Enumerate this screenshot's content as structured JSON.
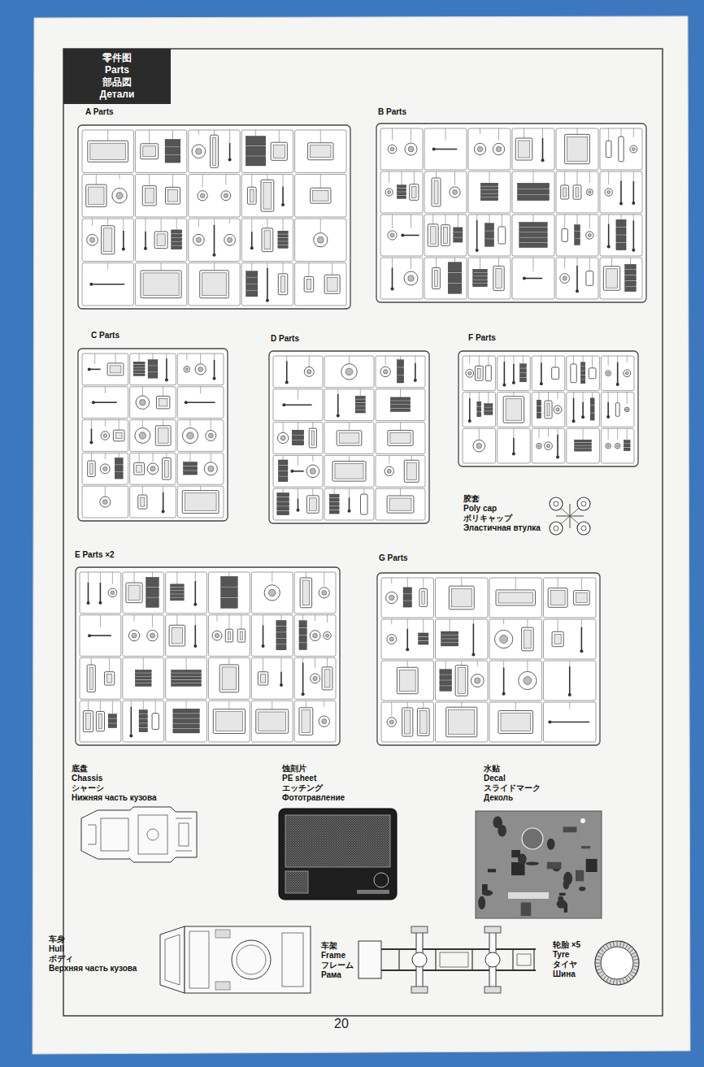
{
  "diagram": {
    "nodes": [
      {
        "text": [
          "零件图",
          "Parts",
          "部品図",
          "Детали"
        ]
      },
      {
        "text": [
          "A Parts"
        ]
      },
      {
        "text": [
          "B Parts"
        ]
      },
      {
        "text": [
          "C Parts"
        ]
      },
      {
        "text": [
          "D Parts"
        ]
      },
      {
        "text": [
          "F Parts"
        ]
      },
      {
        "text": [
          "胶套",
          "Poly cap",
          "ポリキャップ",
          "Эластичная втулка"
        ]
      },
      {
        "text": [
          "E Parts ×2"
        ]
      },
      {
        "text": [
          "G Parts"
        ]
      },
      {
        "text": [
          "底盘",
          "Chassis",
          "シャーシ",
          "Нижняя часть кузова"
        ]
      },
      {
        "text": [
          "蚀刻片",
          "PE sheet",
          "エッチング",
          "Фототравление"
        ]
      },
      {
        "text": [
          "水贴",
          "Decal",
          "スライドマーク",
          "Деколь"
        ]
      },
      {
        "text": [
          "车身",
          "Hull",
          "ボディ",
          "Верхняя часть кузова"
        ]
      },
      {
        "text": [
          "车架",
          "Frame",
          "フレーム",
          "Рама"
        ]
      },
      {
        "text": [
          "轮胎 ×5",
          "Tyre",
          "タイヤ",
          "Шина"
        ]
      }
    ],
    "labels": [
      "20"
    ]
  }
}
